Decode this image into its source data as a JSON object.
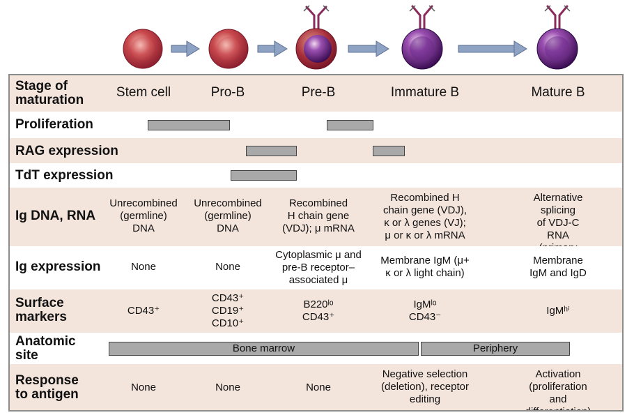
{
  "arrow_icon": "right-arrow-icon",
  "cell_icons": [
    "stem-cell-icon",
    "pro-b-cell-icon",
    "pre-b-cell-icon",
    "immature-b-cell-icon",
    "mature-b-cell-icon"
  ],
  "colors": {
    "row_shade": "#f3e4dc",
    "bar_fill": "#a9a9a9",
    "early_cell": "#b5333c",
    "late_cell": "#5a1a6a",
    "receptor": "#8a2a5a",
    "arrow": "#8ea3c4"
  },
  "rows": {
    "stage": {
      "label_line1": "Stage of",
      "label_line2": "maturation",
      "values": [
        "Stem cell",
        "Pro-B",
        "Pre-B",
        "Immature B",
        "Mature B"
      ]
    },
    "proliferation": {
      "label": "Proliferation"
    },
    "rag": {
      "label": "RAG expression"
    },
    "tdt": {
      "label": "TdT expression"
    },
    "ig_dna": {
      "label": "Ig DNA, RNA",
      "values": [
        "Unrecombined\n(germline)\nDNA",
        "Unrecombined\n(germline)\nDNA",
        "Recombined\nH chain gene\n(VDJ); μ mRNA",
        "Recombined H\nchain gene (VDJ),\nκ or λ genes (VJ);\nμ or κ or λ mRNA",
        "Alternative splicing\nof VDJ-C RNA\n(primary transcript), to\nform Cμ and Cδ mRNA"
      ]
    },
    "ig_expr": {
      "label": "Ig expression",
      "values": [
        "None",
        "None",
        "Cytoplasmic μ and\npre-B receptor–\nassociated μ",
        "Membrane IgM (μ+\nκ or λ light chain)",
        "Membrane\nIgM and IgD"
      ]
    },
    "surface": {
      "label_line1": "Surface",
      "label_line2": "markers",
      "values": [
        "CD43⁺",
        "CD43⁺\nCD19⁺\nCD10⁺",
        "B220ˡᵒ\nCD43⁺",
        "IgMˡᵒ\nCD43⁻",
        "IgMʰⁱ"
      ]
    },
    "anatomic": {
      "label_line1": "Anatomic",
      "label_line2": "site",
      "bar1": "Bone marrow",
      "bar2": "Periphery"
    },
    "response": {
      "label_line1": "Response",
      "label_line2": "to antigen",
      "values": [
        "None",
        "None",
        "None",
        "Negative selection\n(deletion), receptor\nediting",
        "Activation\n(proliferation and\ndifferentiation)"
      ]
    }
  }
}
